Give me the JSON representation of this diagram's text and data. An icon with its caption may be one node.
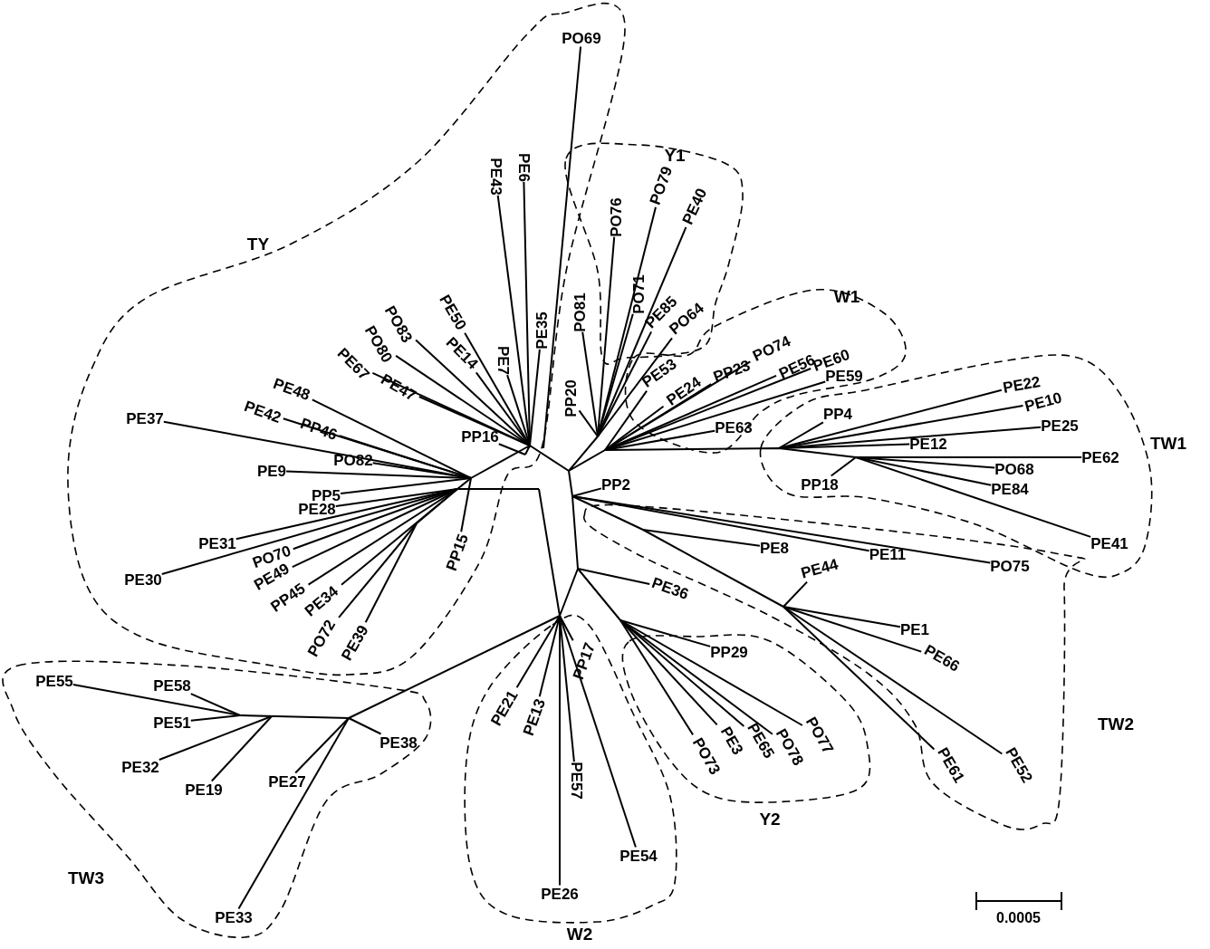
{
  "diagram": {
    "nodes": [
      {
        "text": [
          "TY"
        ]
      },
      {
        "text": [
          "PO69"
        ],
        "in": 0
      },
      {
        "text": [
          "PE43"
        ],
        "in": 0
      },
      {
        "text": [
          "PE6"
        ],
        "in": 0
      },
      {
        "text": [
          "PE50"
        ],
        "in": 0
      },
      {
        "text": [
          "PE7"
        ],
        "in": 0
      },
      {
        "text": [
          "PE35"
        ],
        "in": 0
      },
      {
        "text": [
          "PE14"
        ],
        "in": 0
      },
      {
        "text": [
          "PO83"
        ],
        "in": 0
      },
      {
        "text": [
          "PO80"
        ],
        "in": 0
      },
      {
        "text": [
          "PE67"
        ],
        "in": 0
      },
      {
        "text": [
          "PE48"
        ],
        "in": 0
      },
      {
        "text": [
          "PE47"
        ],
        "in": 0
      },
      {
        "text": [
          "PE37"
        ],
        "in": 0
      },
      {
        "text": [
          "PE42"
        ],
        "in": 0
      },
      {
        "text": [
          "PP46"
        ],
        "in": 0
      },
      {
        "text": [
          "PP16"
        ],
        "in": 0
      },
      {
        "text": [
          "PE9"
        ],
        "in": 0
      },
      {
        "text": [
          "PO82"
        ],
        "in": 0
      },
      {
        "text": [
          "PP5"
        ],
        "in": 0
      },
      {
        "text": [
          "PE28"
        ],
        "in": 0
      },
      {
        "text": [
          "PE31"
        ],
        "in": 0
      },
      {
        "text": [
          "PE30"
        ],
        "in": 0
      },
      {
        "text": [
          "PO70"
        ],
        "in": 0
      },
      {
        "text": [
          "PE49"
        ],
        "in": 0
      },
      {
        "text": [
          "PP45"
        ],
        "in": 0
      },
      {
        "text": [
          "PE34"
        ],
        "in": 0
      },
      {
        "text": [
          "PP15"
        ],
        "in": 0
      },
      {
        "text": [
          "PO72"
        ],
        "in": 0
      },
      {
        "text": [
          "PE39"
        ],
        "in": 0
      },
      {
        "text": [
          "Y1"
        ]
      },
      {
        "text": [
          "PO76"
        ],
        "in": 30
      },
      {
        "text": [
          "PO79"
        ],
        "in": 30
      },
      {
        "text": [
          "PE40"
        ],
        "in": 30
      },
      {
        "text": [
          "PO71"
        ],
        "in": 30
      },
      {
        "text": [
          "PE85"
        ],
        "in": 30
      },
      {
        "text": [
          "PO64"
        ],
        "in": 30
      },
      {
        "text": [
          "PO81"
        ]
      },
      {
        "text": [
          "PP20"
        ]
      },
      {
        "text": [
          "W1"
        ]
      },
      {
        "text": [
          "PE53"
        ],
        "in": 39
      },
      {
        "text": [
          "PE24"
        ],
        "in": 39
      },
      {
        "text": [
          "PP23"
        ],
        "in": 39
      },
      {
        "text": [
          "PO74"
        ],
        "in": 39
      },
      {
        "text": [
          "PE56"
        ],
        "in": 39
      },
      {
        "text": [
          "PE60"
        ],
        "in": 39
      },
      {
        "text": [
          "PE59"
        ],
        "in": 39
      },
      {
        "text": [
          "PE63"
        ],
        "in": 39
      },
      {
        "text": [
          "TW1"
        ]
      },
      {
        "text": [
          "PE22"
        ],
        "in": 48
      },
      {
        "text": [
          "PE10"
        ],
        "in": 48
      },
      {
        "text": [
          "PP4"
        ],
        "in": 48
      },
      {
        "text": [
          "PE25"
        ],
        "in": 48
      },
      {
        "text": [
          "PE12"
        ],
        "in": 48
      },
      {
        "text": [
          "PP18"
        ],
        "in": 48
      },
      {
        "text": [
          "PE62"
        ],
        "in": 48
      },
      {
        "text": [
          "PO68"
        ],
        "in": 48
      },
      {
        "text": [
          "PE84"
        ],
        "in": 48
      },
      {
        "text": [
          "PE41"
        ],
        "in": 48
      },
      {
        "text": [
          "PP2"
        ]
      },
      {
        "text": [
          "TW2"
        ]
      },
      {
        "text": [
          "PE8"
        ],
        "in": 60
      },
      {
        "text": [
          "PE11"
        ],
        "in": 60
      },
      {
        "text": [
          "PO75"
        ],
        "in": 60
      },
      {
        "text": [
          "PE44"
        ],
        "in": 60
      },
      {
        "text": [
          "PE1"
        ],
        "in": 60
      },
      {
        "text": [
          "PE66"
        ],
        "in": 60
      },
      {
        "text": [
          "PE61"
        ],
        "in": 60
      },
      {
        "text": [
          "PE52"
        ],
        "in": 60
      },
      {
        "text": [
          "PE36"
        ]
      },
      {
        "text": [
          "Y2"
        ]
      },
      {
        "text": [
          "PP29"
        ],
        "in": 70
      },
      {
        "text": [
          "PO77"
        ],
        "in": 70
      },
      {
        "text": [
          "PO78"
        ],
        "in": 70
      },
      {
        "text": [
          "PE65"
        ],
        "in": 70
      },
      {
        "text": [
          "PE3"
        ],
        "in": 70
      },
      {
        "text": [
          "PO73"
        ],
        "in": 70
      },
      {
        "text": [
          "W2"
        ]
      },
      {
        "text": [
          "PE21"
        ],
        "in": 77
      },
      {
        "text": [
          "PE13"
        ],
        "in": 77
      },
      {
        "text": [
          "PP17"
        ],
        "in": 77
      },
      {
        "text": [
          "PE57"
        ],
        "in": 77
      },
      {
        "text": [
          "PE54"
        ],
        "in": 77
      },
      {
        "text": [
          "PE26"
        ],
        "in": 77
      },
      {
        "text": [
          "TW3"
        ]
      },
      {
        "text": [
          "PE55"
        ],
        "in": 84
      },
      {
        "text": [
          "PE58"
        ],
        "in": 84
      },
      {
        "text": [
          "PE51"
        ],
        "in": 84
      },
      {
        "text": [
          "PE32"
        ],
        "in": 84
      },
      {
        "text": [
          "PE19"
        ],
        "in": 84
      },
      {
        "text": [
          "PE27"
        ],
        "in": 84
      },
      {
        "text": [
          "PE38"
        ],
        "in": 84
      },
      {
        "text": [
          "PE33"
        ],
        "in": 84
      }
    ],
    "edges": [
      {
        "from": null,
        "to": 1,
        "arrow": "none"
      },
      {
        "from": null,
        "to": 2,
        "arrow": "none"
      },
      {
        "from": null,
        "to": 3,
        "arrow": "none"
      },
      {
        "from": null,
        "to": 4,
        "arrow": "none"
      },
      {
        "from": null,
        "to": 5,
        "arrow": "none"
      },
      {
        "from": null,
        "to": 6,
        "arrow": "none"
      },
      {
        "from": null,
        "to": 7,
        "arrow": "none"
      },
      {
        "from": null,
        "to": 8,
        "arrow": "none"
      },
      {
        "from": null,
        "to": 9,
        "arrow": "none"
      },
      {
        "from": null,
        "to": 10,
        "arrow": "none"
      },
      {
        "from": null,
        "to": 11,
        "arrow": "none"
      },
      {
        "from": null,
        "to": 12,
        "arrow": "none"
      },
      {
        "from": null,
        "to": 13,
        "arrow": "none"
      },
      {
        "from": null,
        "to": 14,
        "arrow": "none"
      },
      {
        "from": null,
        "to": 15,
        "arrow": "none"
      },
      {
        "from": null,
        "to": 16,
        "arrow": "none"
      },
      {
        "from": null,
        "to": 17,
        "arrow": "none"
      },
      {
        "from": null,
        "to": 18,
        "arrow": "none"
      },
      {
        "from": null,
        "to": 19,
        "arrow": "none"
      },
      {
        "from": null,
        "to": 20,
        "arrow": "none"
      },
      {
        "from": null,
        "to": 21,
        "arrow": "none"
      },
      {
        "from": null,
        "to": 22,
        "arrow": "none"
      },
      {
        "from": null,
        "to": 23,
        "arrow": "none"
      },
      {
        "from": null,
        "to": 24,
        "arrow": "none"
      },
      {
        "from": null,
        "to": 25,
        "arrow": "none"
      },
      {
        "from": null,
        "to": 26,
        "arrow": "none"
      },
      {
        "from": null,
        "to": 27,
        "arrow": "none"
      },
      {
        "from": null,
        "to": 28,
        "arrow": "none"
      },
      {
        "from": null,
        "to": 29,
        "arrow": "none"
      },
      {
        "from": null,
        "to": 31,
        "arrow": "none"
      },
      {
        "from": null,
        "to": 32,
        "arrow": "none"
      },
      {
        "from": null,
        "to": 33,
        "arrow": "none"
      },
      {
        "from": null,
        "to": 34,
        "arrow": "none"
      },
      {
        "from": null,
        "to": 35,
        "arrow": "none"
      },
      {
        "from": null,
        "to": 36,
        "arrow": "none"
      },
      {
        "from": null,
        "to": 37,
        "arrow": "none"
      },
      {
        "from": null,
        "to": 38,
        "arrow": "none"
      },
      {
        "from": null,
        "to": 40,
        "arrow": "none"
      },
      {
        "from": null,
        "to": 41,
        "arrow": "none"
      },
      {
        "from": null,
        "to": 42,
        "arrow": "none"
      },
      {
        "from": null,
        "to": 43,
        "arrow": "none"
      },
      {
        "from": null,
        "to": 44,
        "arrow": "none"
      },
      {
        "from": null,
        "to": 45,
        "arrow": "none"
      },
      {
        "from": null,
        "to": 46,
        "arrow": "none"
      },
      {
        "from": null,
        "to": 47,
        "arrow": "none"
      },
      {
        "from": null,
        "to": 49,
        "arrow": "none"
      },
      {
        "from": null,
        "to": 50,
        "arrow": "none"
      },
      {
        "from": null,
        "to": 51,
        "arrow": "none"
      },
      {
        "from": null,
        "to": 52,
        "arrow": "none"
      },
      {
        "from": null,
        "to": 53,
        "arrow": "none"
      },
      {
        "from": null,
        "to": 54,
        "arrow": "none"
      },
      {
        "from": null,
        "to": 55,
        "arrow": "none"
      },
      {
        "from": null,
        "to": 56,
        "arrow": "none"
      },
      {
        "from": null,
        "to": 57,
        "arrow": "none"
      },
      {
        "from": null,
        "to": 58,
        "arrow": "none"
      },
      {
        "from": null,
        "to": 59,
        "arrow": "none"
      },
      {
        "from": null,
        "to": 61,
        "arrow": "none"
      },
      {
        "from": null,
        "to": 62,
        "arrow": "none"
      },
      {
        "from": null,
        "to": 63,
        "arrow": "none"
      },
      {
        "from": null,
        "to": 64,
        "arrow": "none"
      },
      {
        "from": null,
        "to": 65,
        "arrow": "none"
      },
      {
        "from": null,
        "to": 66,
        "arrow": "none"
      },
      {
        "from": null,
        "to": 67,
        "arrow": "none"
      },
      {
        "from": null,
        "to": 68,
        "arrow": "none"
      },
      {
        "from": null,
        "to": 69,
        "arrow": "none"
      },
      {
        "from": null,
        "to": 71,
        "arrow": "none"
      },
      {
        "from": null,
        "to": 72,
        "arrow": "none"
      },
      {
        "from": null,
        "to": 73,
        "arrow": "none"
      },
      {
        "from": null,
        "to": 74,
        "arrow": "none"
      },
      {
        "from": null,
        "to": 75,
        "arrow": "none"
      },
      {
        "from": null,
        "to": 76,
        "arrow": "none"
      },
      {
        "from": null,
        "to": 78,
        "arrow": "none"
      },
      {
        "from": null,
        "to": 79,
        "arrow": "none"
      },
      {
        "from": null,
        "to": 80,
        "arrow": "none"
      },
      {
        "from": null,
        "to": 81,
        "arrow": "none"
      },
      {
        "from": null,
        "to": 82,
        "arrow": "none"
      },
      {
        "from": null,
        "to": 83,
        "arrow": "none"
      },
      {
        "from": null,
        "to": 85,
        "arrow": "none"
      },
      {
        "from": null,
        "to": 86,
        "arrow": "none"
      },
      {
        "from": null,
        "to": 87,
        "arrow": "none"
      },
      {
        "from": null,
        "to": 88,
        "arrow": "none"
      },
      {
        "from": null,
        "to": 89,
        "arrow": "none"
      },
      {
        "from": null,
        "to": 90,
        "arrow": "none"
      },
      {
        "from": null,
        "to": 91,
        "arrow": "none"
      },
      {
        "from": null,
        "to": 92,
        "arrow": "none"
      }
    ],
    "labels": [
      "0.0005"
    ]
  }
}
